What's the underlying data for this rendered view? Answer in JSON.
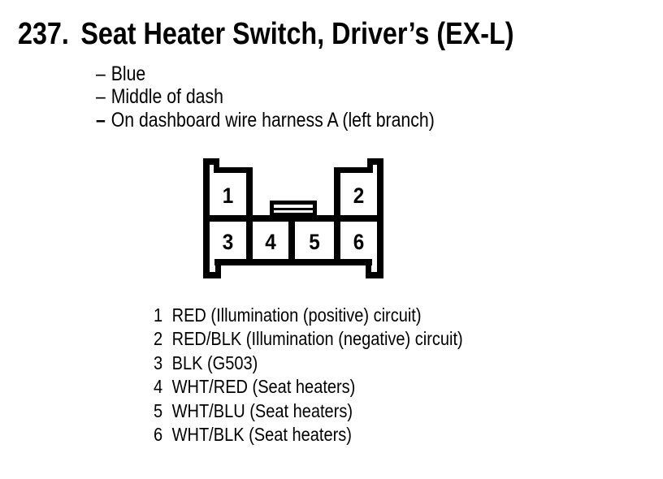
{
  "page": {
    "item_number": "237.",
    "title": "Seat Heater Switch, Driver’s (EX-L)",
    "ink_color": "#000000",
    "paper_color": "#ffffff"
  },
  "details": {
    "dash": "–",
    "items": [
      "Blue",
      "Middle of dash",
      "On dashboard wire harness A (left branch)"
    ]
  },
  "connector": {
    "view": "6-pin connector, front view",
    "pin_labels": [
      "1",
      "2",
      "3",
      "4",
      "5",
      "6"
    ]
  },
  "pin_legend": [
    {
      "pin": "1",
      "label": "RED (Illumination (positive) circuit)"
    },
    {
      "pin": "2",
      "label": "RED/BLK (Illumination (negative) circuit)"
    },
    {
      "pin": "3",
      "label": "BLK (G503)"
    },
    {
      "pin": "4",
      "label": "WHT/RED (Seat heaters)"
    },
    {
      "pin": "5",
      "label": "WHT/BLU (Seat heaters)"
    },
    {
      "pin": "6",
      "label": "WHT/BLK (Seat heaters)"
    }
  ]
}
